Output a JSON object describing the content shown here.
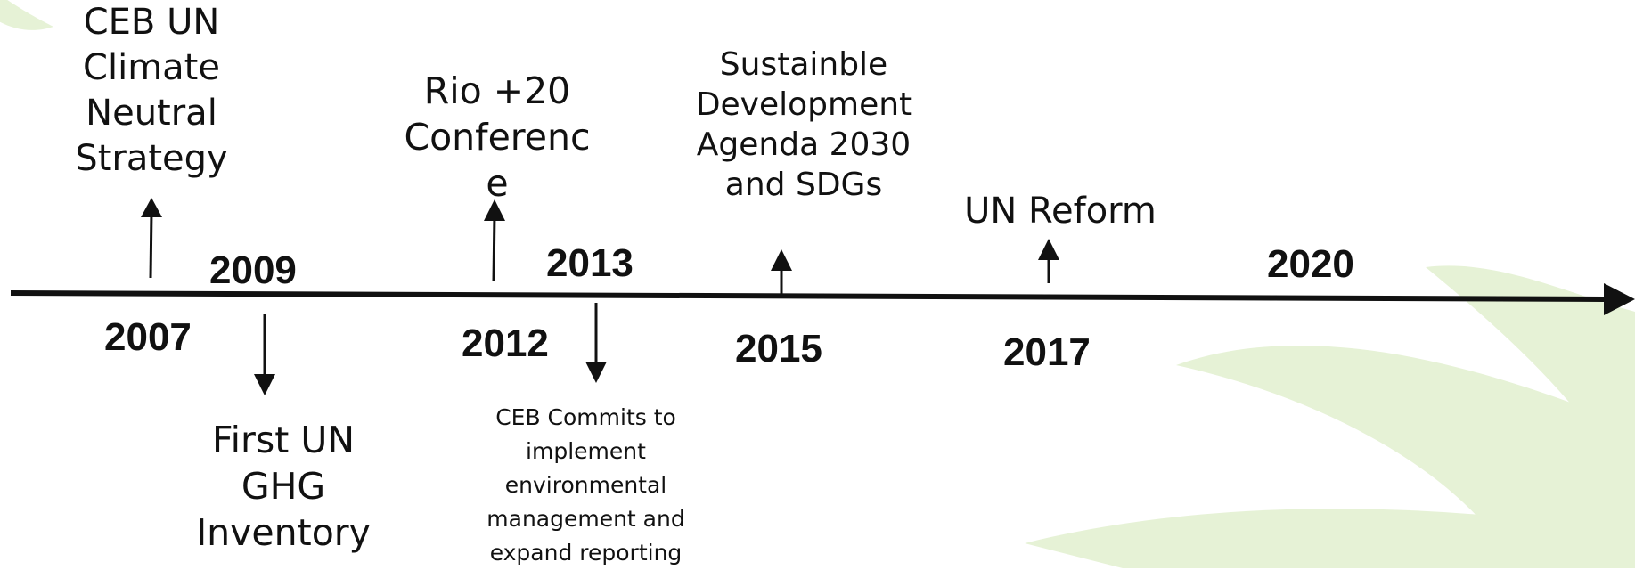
{
  "timeline": {
    "events": [
      {
        "year": "2007",
        "text": "CEB UN Climate Neutral Strategy"
      },
      {
        "year": "2009",
        "text": "First UN GHG Inventory"
      },
      {
        "year": "2012",
        "text": "Rio +20 Conference"
      },
      {
        "year": "2013",
        "text": "CEB Commits to implement environmental management and expand reporting"
      },
      {
        "year": "2015",
        "text": "Sustainble Development Agenda 2030 and SDGs"
      },
      {
        "year": "2017",
        "text": "UN Reform"
      },
      {
        "year": "2020",
        "text": ""
      }
    ]
  },
  "labels": {
    "ceb_climate": [
      "CEB UN",
      "Climate",
      "Neutral",
      "Strategy"
    ],
    "first_un_ghg": [
      "First UN",
      "GHG",
      "Inventory"
    ],
    "rio20": [
      "Rio +20",
      "Conferenc",
      "e"
    ],
    "ceb_commits": [
      "CEB Commits to",
      "implement",
      "environmental",
      "management and",
      "expand reporting"
    ],
    "sdg_agenda": [
      "Sustainble",
      "Development",
      "Agenda 2030",
      "and SDGs"
    ],
    "un_reform": [
      "UN Reform"
    ]
  },
  "colors": {
    "accent_leaf": "#e6f2d6",
    "line": "#111111"
  }
}
